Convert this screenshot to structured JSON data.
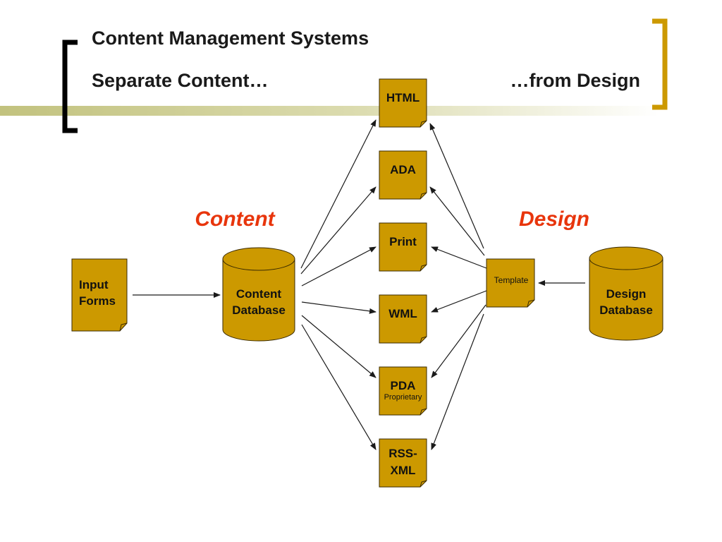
{
  "slide": {
    "title": "Content Management Systems",
    "subtitle_left": "Separate Content…",
    "subtitle_right": "…from Design"
  },
  "labels": {
    "content": "Content",
    "design": "Design"
  },
  "input_forms": {
    "line1": "Input",
    "line2": "Forms"
  },
  "content_db": {
    "line1": "Content",
    "line2": "Database"
  },
  "design_db": {
    "line1": "Design",
    "line2": "Database"
  },
  "template": {
    "label": "Template"
  },
  "outputs": [
    {
      "line1": "HTML",
      "line2": ""
    },
    {
      "line1": "ADA",
      "line2": ""
    },
    {
      "line1": "Print",
      "line2": ""
    },
    {
      "line1": "WML",
      "line2": ""
    },
    {
      "line1": "PDA",
      "line2": "Proprietary"
    },
    {
      "line1": "RSS-",
      "line2": "XML"
    }
  ],
  "colors": {
    "box_fill": "#cc9900",
    "box_stroke": "#3a2a00",
    "accent_red": "#e8350c",
    "bracket_dark": "#000000",
    "bracket_gold": "#cc9900",
    "rule_olive": "#c8c88a"
  }
}
